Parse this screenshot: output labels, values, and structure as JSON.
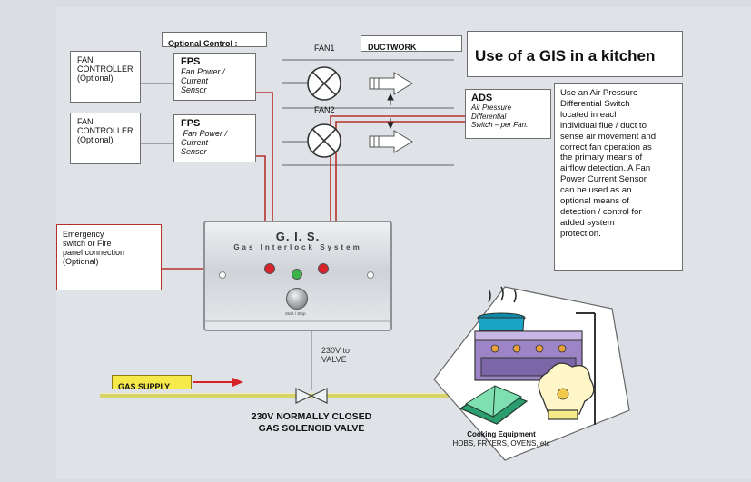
{
  "optional_control": "Optional Control :",
  "fan_controller": "FAN\nCONTROLLER\n(Optional)",
  "fps": {
    "title": "FPS",
    "desc_1": "Fan Power /\nCurrent\nSensor",
    "desc_2": " Fan Power /\nCurrent\nSensor"
  },
  "fan1": "FAN1",
  "fan2": "FAN2",
  "ductwork": "DUCTWORK",
  "title": "Use of a GIS in a kitchen",
  "ads": {
    "title": "ADS",
    "desc": "Air Pressure\nDifferential\nSwitch – per Fan."
  },
  "info_text": "Use an Air Pressure\nDifferential Switch\nlocated in each\nindividual flue / duct to\nsense air movement and\ncorrect fan operation as\nthe primary means of\nairflow detection. A Fan\nPower Current Sensor\ncan be used as an\noptional means of\ndetection / control for\nadded system\nprotection.",
  "emergency": "Emergency\nswitch or Fire\npanel connection\n(Optional)",
  "gis": {
    "title": "G. I. S.",
    "subtitle": "Gas Interlock System",
    "start_stop": "Start / Stop"
  },
  "voltage": "230V to\nVALVE",
  "gas_supply": "GAS SUPPLY",
  "valve_label": "230V NORMALLY CLOSED\nGAS SOLENOID VALVE",
  "cooking": {
    "title": "Cooking Equipment",
    "subtitle": "HOBS, FRYERS, OVENS, etc"
  },
  "colors": {
    "signal_wire": "#b5322a",
    "gas_pipe": "#d6d36a",
    "gas_supply_fill": "#f5ea4a",
    "led_red": "#d8232a",
    "led_green": "#3bb54a"
  }
}
